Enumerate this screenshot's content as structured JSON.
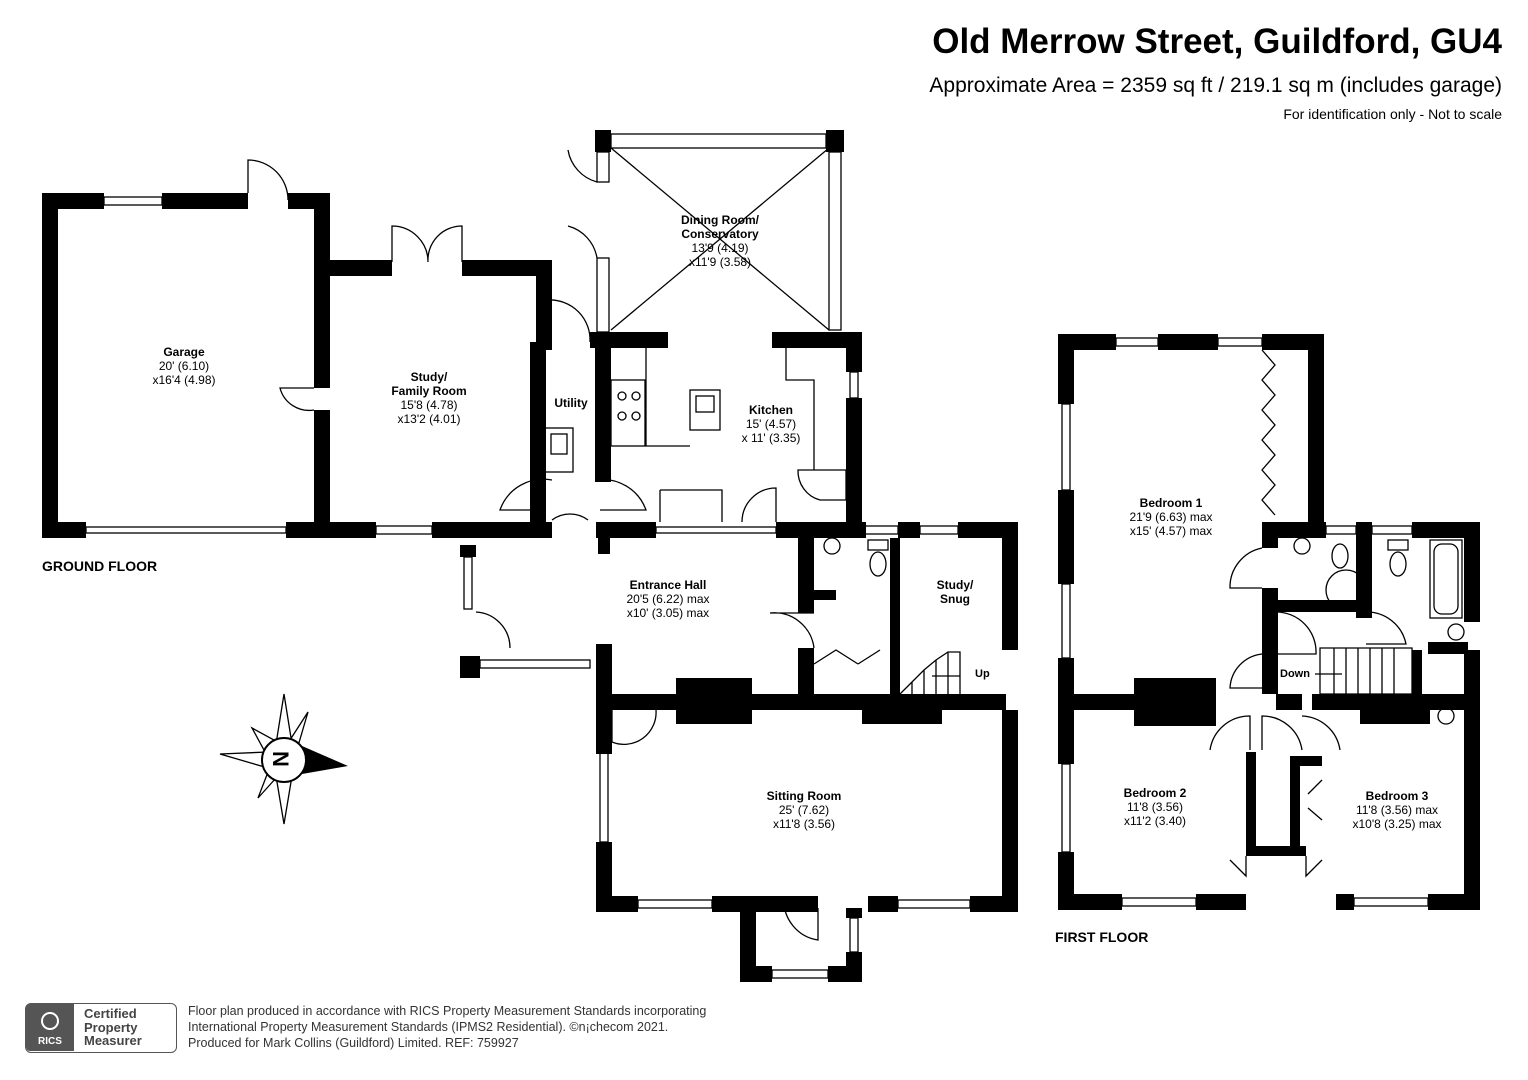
{
  "header": {
    "title": "Old Merrow Street, Guildford, GU4",
    "area": "Approximate Area = 2359 sq ft / 219.1 sq m (includes garage)",
    "disclaimer": "For identification only - Not to scale"
  },
  "floors": {
    "ground": "GROUND FLOOR",
    "first": "FIRST FLOOR"
  },
  "rooms": {
    "garage": {
      "name": "Garage",
      "dim1": "20' (6.10)",
      "dim2": "x16'4 (4.98)"
    },
    "study_family": {
      "name1": "Study/",
      "name2": "Family Room",
      "dim1": "15'8 (4.78)",
      "dim2": "x13'2 (4.01)"
    },
    "utility": {
      "name": "Utility"
    },
    "dining": {
      "name1": "Dining Room/",
      "name2": "Conservatory",
      "dim1": "13'9 (4.19)",
      "dim2": "x11'9 (3.58)"
    },
    "kitchen": {
      "name": "Kitchen",
      "dim1": "15' (4.57)",
      "dim2": "x 11' (3.35)"
    },
    "entrance": {
      "name": "Entrance Hall",
      "dim1": "20'5 (6.22) max",
      "dim2": "x10' (3.05) max"
    },
    "study_snug": {
      "name1": "Study/",
      "name2": "Snug"
    },
    "sitting": {
      "name": "Sitting Room",
      "dim1": "25' (7.62)",
      "dim2": "x11'8 (3.56)"
    },
    "bedroom1": {
      "name": "Bedroom 1",
      "dim1": "21'9 (6.63) max",
      "dim2": "x15' (4.57) max"
    },
    "bedroom2": {
      "name": "Bedroom 2",
      "dim1": "11'8 (3.56)",
      "dim2": "x11'2 (3.40)"
    },
    "bedroom3": {
      "name": "Bedroom 3",
      "dim1": "11'8 (3.56) max",
      "dim2": "x10'8 (3.25) max"
    }
  },
  "stairs": {
    "up": "Up",
    "down": "Down"
  },
  "compass": {
    "letter": "N"
  },
  "footer": {
    "line1": "Floor plan produced in accordance with RICS Property Measurement Standards incorporating",
    "line2": "International Property Measurement Standards (IPMS2 Residential).  ©n¡checom 2021.",
    "line3": "Produced for Mark Collins (Guildford) Limited.   REF:  759927"
  },
  "badge": {
    "logo_text": "RICS",
    "cert1": "Certified",
    "cert2": "Property",
    "cert3": "Measurer"
  },
  "colors": {
    "walls": "#000000",
    "lines": "#000000",
    "background": "#ffffff"
  }
}
